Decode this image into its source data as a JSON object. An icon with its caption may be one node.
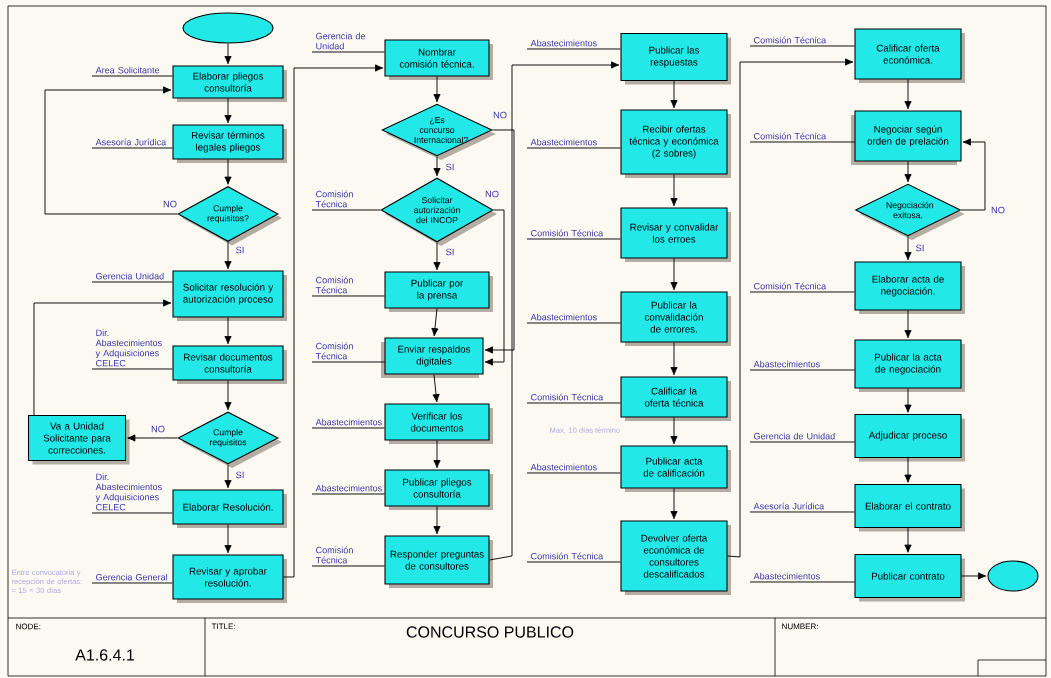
{
  "diagram": {
    "title": "CONCURSO PUBLICO",
    "nodes": [
      {
        "text": [],
        "shape": "ellipse"
      },
      {
        "text": [
          "Elaborar pliegos consultoría"
        ]
      },
      {
        "text": [
          "Revisar términos legales pliegos"
        ]
      },
      {
        "text": [
          "Cumple requisitos?"
        ]
      },
      {
        "text": [
          "Solicitar resolución y autorización proceso"
        ]
      },
      {
        "text": [
          "Revisar documentos consultoría"
        ]
      },
      {
        "text": [
          "Cumple requisitos"
        ]
      },
      {
        "text": [
          "Va a Unidad Solicitante para correcciones."
        ]
      },
      {
        "text": [
          "Elaborar Resolución."
        ]
      },
      {
        "text": [
          "Revisar y aprobar resolución."
        ]
      },
      {
        "text": [
          "Nombrar comisión técnica."
        ]
      },
      {
        "text": [
          "¿Es concurso Internacional?"
        ]
      },
      {
        "text": [
          "Solicitar autorización del INCOP"
        ]
      },
      {
        "text": [
          "Publicar por la prensa"
        ]
      },
      {
        "text": [
          "Enviar respaldos digitales"
        ]
      },
      {
        "text": [
          "Verificar los documentos"
        ]
      },
      {
        "text": [
          "Publicar pliegos consultoría"
        ]
      },
      {
        "text": [
          "Responder preguntas de consultores"
        ]
      },
      {
        "text": [
          "Publicar las respuestas"
        ]
      },
      {
        "text": [
          "Recibir ofertas técnica y económica (2 sobres)"
        ]
      },
      {
        "text": [
          "Revisar y convalidar los erroes"
        ]
      },
      {
        "text": [
          "Publicar la convalidación de errores."
        ]
      },
      {
        "text": [
          "Calificar la oferta técnica"
        ]
      },
      {
        "text": [
          "Publicar acta de calificación"
        ]
      },
      {
        "text": [
          "Devolver oferta económica de consultores descalificados"
        ]
      },
      {
        "text": [
          "Calificar oferta económica."
        ]
      },
      {
        "text": [
          "Negociar según orden de prelación"
        ]
      },
      {
        "text": [
          "Negociación exitosa."
        ]
      },
      {
        "text": [
          "Elaborar acta de negociación."
        ]
      },
      {
        "text": [
          "Publicar la acta de negociación"
        ]
      },
      {
        "text": [
          "Adjudicar proceso"
        ]
      },
      {
        "text": [
          "Elaborar el contrato"
        ]
      },
      {
        "text": [
          "Publicar contrato"
        ]
      },
      {
        "text": [],
        "shape": "ellipse"
      }
    ],
    "edges": [
      {
        "from": 0,
        "to": 1,
        "arrow": "to"
      },
      {
        "from": 1,
        "to": 2,
        "arrow": "to"
      },
      {
        "from": 2,
        "to": 3,
        "arrow": "to"
      },
      {
        "from": 3,
        "to": 1,
        "arrow": "to",
        "label": "NO"
      },
      {
        "from": 3,
        "to": 4,
        "arrow": "to",
        "label": "SI"
      },
      {
        "from": 4,
        "to": 5,
        "arrow": "to"
      },
      {
        "from": 5,
        "to": 6,
        "arrow": "to"
      },
      {
        "from": 6,
        "to": 7,
        "arrow": "to",
        "label": "NO"
      },
      {
        "from": 7,
        "to": 4,
        "arrow": "to"
      },
      {
        "from": 6,
        "to": 8,
        "arrow": "to",
        "label": "SI"
      },
      {
        "from": 8,
        "to": 9,
        "arrow": "to"
      },
      {
        "from": 9,
        "to": 10,
        "arrow": "to"
      },
      {
        "from": 10,
        "to": 11,
        "arrow": "to"
      },
      {
        "from": 11,
        "to": 12,
        "arrow": "to",
        "label": "SI"
      },
      {
        "from": 11,
        "to": 14,
        "arrow": "to",
        "label": "NO"
      },
      {
        "from": 12,
        "to": 13,
        "arrow": "to",
        "label": "SI"
      },
      {
        "from": 12,
        "to": 14,
        "arrow": "to",
        "label": "NO"
      },
      {
        "from": 13,
        "to": 14,
        "arrow": "to"
      },
      {
        "from": 14,
        "to": 15,
        "arrow": "to"
      },
      {
        "from": 15,
        "to": 16,
        "arrow": "to"
      },
      {
        "from": 16,
        "to": 17,
        "arrow": "to"
      },
      {
        "from": 17,
        "to": 18,
        "arrow": "to"
      },
      {
        "from": 18,
        "to": 19,
        "arrow": "to"
      },
      {
        "from": 19,
        "to": 20,
        "arrow": "to"
      },
      {
        "from": 20,
        "to": 21,
        "arrow": "to"
      },
      {
        "from": 21,
        "to": 22,
        "arrow": "to"
      },
      {
        "from": 22,
        "to": 23,
        "arrow": "to"
      },
      {
        "from": 23,
        "to": 24,
        "arrow": "to"
      },
      {
        "from": 24,
        "to": 25,
        "arrow": "to"
      },
      {
        "from": 25,
        "to": 26,
        "arrow": "to"
      },
      {
        "from": 26,
        "to": 27,
        "arrow": "to"
      },
      {
        "from": 27,
        "to": 26,
        "arrow": "to",
        "label": "NO"
      },
      {
        "from": 27,
        "to": 28,
        "arrow": "to",
        "label": "SI"
      },
      {
        "from": 28,
        "to": 29,
        "arrow": "to"
      },
      {
        "from": 29,
        "to": 30,
        "arrow": "to"
      },
      {
        "from": 30,
        "to": 31,
        "arrow": "to"
      },
      {
        "from": 31,
        "to": 32,
        "arrow": "to"
      },
      {
        "from": 32,
        "to": 33,
        "arrow": "to"
      },
      {
        "from": null,
        "to": 1,
        "arrow": "none",
        "label": "Area Solicitante"
      },
      {
        "from": null,
        "to": 2,
        "arrow": "none",
        "label": "Asesoría Jurídica"
      },
      {
        "from": null,
        "to": 4,
        "arrow": "none",
        "label": "Gerencia Unidad"
      },
      {
        "from": null,
        "to": 5,
        "arrow": "none",
        "label": "Dir. Abastecimientos y Adquisiciones CELEC"
      },
      {
        "from": null,
        "to": 8,
        "arrow": "none",
        "label": "Dir. Abastecimientos y Adquisiciones CELEC"
      },
      {
        "from": null,
        "to": 9,
        "arrow": "none",
        "label": "Gerencia General"
      },
      {
        "from": null,
        "to": 10,
        "arrow": "none",
        "label": "Gerencia de Unidad"
      },
      {
        "from": null,
        "to": 12,
        "arrow": "none",
        "label": "Comisión Técnica"
      },
      {
        "from": null,
        "to": 13,
        "arrow": "none",
        "label": "Comisión Técnica"
      },
      {
        "from": null,
        "to": 14,
        "arrow": "none",
        "label": "Comisión Técnica"
      },
      {
        "from": null,
        "to": 15,
        "arrow": "none",
        "label": "Abastecimientos"
      },
      {
        "from": null,
        "to": 16,
        "arrow": "none",
        "label": "Abastecimientos"
      },
      {
        "from": null,
        "to": 17,
        "arrow": "none",
        "label": "Comisión Técnica"
      },
      {
        "from": null,
        "to": 18,
        "arrow": "none",
        "label": "Abastecimientos"
      },
      {
        "from": null,
        "to": 19,
        "arrow": "none",
        "label": "Abastecimientos"
      },
      {
        "from": null,
        "to": 20,
        "arrow": "none",
        "label": "Comisión Técnica"
      },
      {
        "from": null,
        "to": 21,
        "arrow": "none",
        "label": "Abastecimientos"
      },
      {
        "from": null,
        "to": 22,
        "arrow": "none",
        "label": "Comisión Técnica"
      },
      {
        "from": null,
        "to": 23,
        "arrow": "none",
        "label": "Abastecimientos"
      },
      {
        "from": null,
        "to": 24,
        "arrow": "none",
        "label": "Comisión Técnica"
      },
      {
        "from": null,
        "to": 25,
        "arrow": "none",
        "label": "Comisión Técnica"
      },
      {
        "from": null,
        "to": 26,
        "arrow": "none",
        "label": "Comisión Técnica"
      },
      {
        "from": null,
        "to": 28,
        "arrow": "none",
        "label": "Comisión Técnica"
      },
      {
        "from": null,
        "to": 29,
        "arrow": "none",
        "label": "Abastecimientos"
      },
      {
        "from": null,
        "to": 30,
        "arrow": "none",
        "label": "Gerencia de Unidad"
      },
      {
        "from": null,
        "to": 31,
        "arrow": "none",
        "label": "Asesoría Jurídica"
      },
      {
        "from": null,
        "to": 32,
        "arrow": "none",
        "label": "Abastecimientos"
      }
    ],
    "labels": [
      "Entre convocatoria y recepción de ofertas: = 15 < 30 días",
      "Max. 10 días término",
      "NODE:",
      "A1.6.4.1",
      "TITLE:",
      "NUMBER:"
    ]
  }
}
